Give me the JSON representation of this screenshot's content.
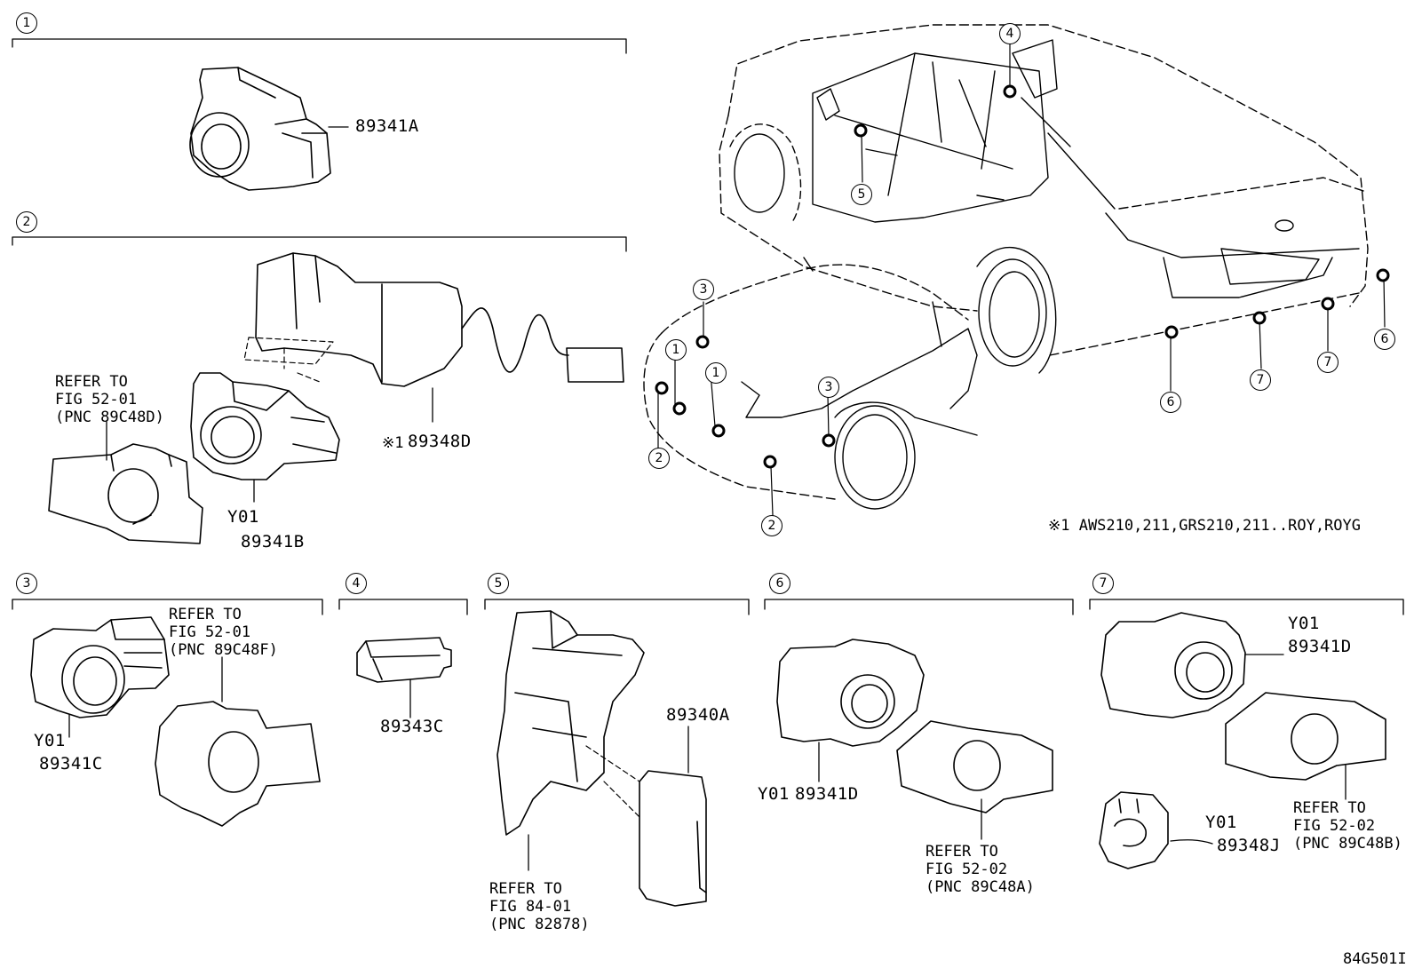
{
  "sections": [
    {
      "num": "1"
    },
    {
      "num": "2"
    },
    {
      "num": "3"
    },
    {
      "num": "4"
    },
    {
      "num": "5"
    },
    {
      "num": "6"
    },
    {
      "num": "7"
    }
  ],
  "parts": {
    "p89341A": "89341A",
    "p89348D": "89348D",
    "star1": "※1",
    "p89341B": "89341B",
    "y01_b": "Y01",
    "y01_c": "Y01",
    "p89341C": "89341C",
    "p89343C": "89343C",
    "p89340A": "89340A",
    "y01_d6": "Y01",
    "p89341D_6": "89341D",
    "y01_d7": "Y01",
    "p89341D_7": "89341D",
    "y01_j": "Y01",
    "p89348J": "89348J"
  },
  "refers": {
    "r2": {
      "l1": "REFER TO",
      "l2": "FIG 52-01",
      "l3": "(PNC 89C48D)"
    },
    "r3": {
      "l1": "REFER TO",
      "l2": "FIG 52-01",
      "l3": "(PNC 89C48F)"
    },
    "r5": {
      "l1": "REFER TO",
      "l2": "FIG 84-01",
      "l3": "(PNC 82878)"
    },
    "r6": {
      "l1": "REFER TO",
      "l2": "FIG 52-02",
      "l3": "(PNC 89C48A)"
    },
    "r7": {
      "l1": "REFER TO",
      "l2": "FIG 52-02",
      "l3": "(PNC 89C48B)"
    }
  },
  "footnote": "※1 AWS210,211,GRS210,211..ROY,ROYG",
  "callouts": [
    "1",
    "1",
    "2",
    "2",
    "3",
    "3",
    "4",
    "5",
    "6",
    "6",
    "7",
    "7"
  ],
  "diagram_id": "84G501I"
}
